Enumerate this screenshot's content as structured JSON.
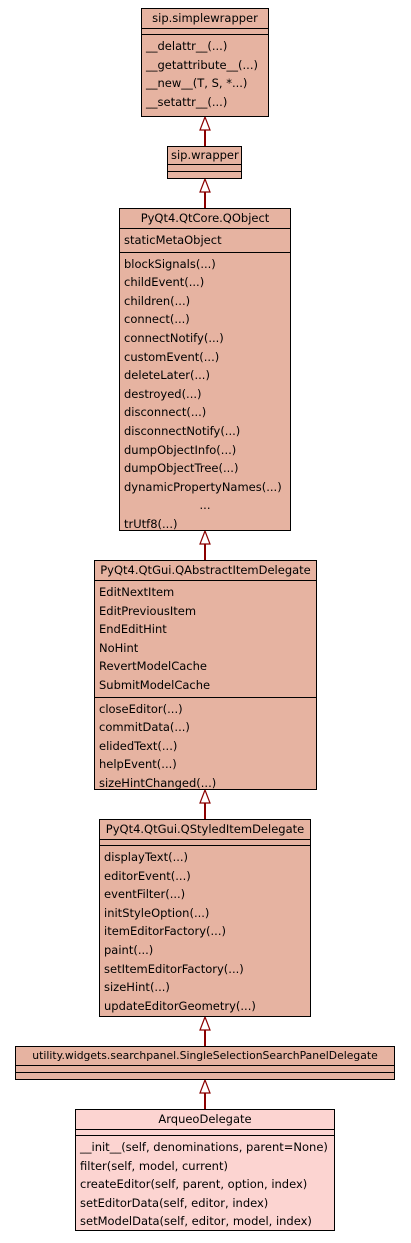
{
  "colors": {
    "base_fill": "#e6b3a1",
    "leaf_fill": "#fcd4d1",
    "edge": "#8b0000"
  },
  "classes": {
    "simplewrapper": {
      "name": "sip.simplewrapper",
      "attributes": [],
      "methods": [
        "__delattr__(...)",
        "__getattribute__(...)",
        "__new__(T, S, *...)",
        "__setattr__(...)"
      ]
    },
    "wrapper": {
      "name": "sip.wrapper",
      "attributes": [],
      "methods": []
    },
    "qobject": {
      "name": "PyQt4.QtCore.QObject",
      "attributes": [
        "staticMetaObject"
      ],
      "methods": [
        "blockSignals(...)",
        "childEvent(...)",
        "children(...)",
        "connect(...)",
        "connectNotify(...)",
        "customEvent(...)",
        "deleteLater(...)",
        "destroyed(...)",
        "disconnect(...)",
        "disconnectNotify(...)",
        "dumpObjectInfo(...)",
        "dumpObjectTree(...)",
        "dynamicPropertyNames(...)",
        "...",
        "trUtf8(...)"
      ]
    },
    "qabstractitemdelegate": {
      "name": "PyQt4.QtGui.QAbstractItemDelegate",
      "attributes": [
        "EditNextItem",
        "EditPreviousItem",
        "EndEditHint",
        "NoHint",
        "RevertModelCache",
        "SubmitModelCache"
      ],
      "methods": [
        "closeEditor(...)",
        "commitData(...)",
        "elidedText(...)",
        "helpEvent(...)",
        "sizeHintChanged(...)"
      ]
    },
    "qstyleditemdelegate": {
      "name": "PyQt4.QtGui.QStyledItemDelegate",
      "attributes": [],
      "methods": [
        "displayText(...)",
        "editorEvent(...)",
        "eventFilter(...)",
        "initStyleOption(...)",
        "itemEditorFactory(...)",
        "paint(...)",
        "setItemEditorFactory(...)",
        "sizeHint(...)",
        "updateEditorGeometry(...)"
      ]
    },
    "searchpaneldelegate": {
      "name": "utility.widgets.searchpanel.SingleSelectionSearchPanelDelegate",
      "attributes": [],
      "methods": []
    },
    "arqueodelegate": {
      "name": "ArqueoDelegate",
      "attributes": [],
      "methods": [
        "__init__(self, denominations, parent=None)",
        "filter(self, model, current)",
        "createEditor(self, parent, option, index)",
        "setEditorData(self, editor, index)",
        "setModelData(self, editor, model, index)"
      ]
    }
  }
}
